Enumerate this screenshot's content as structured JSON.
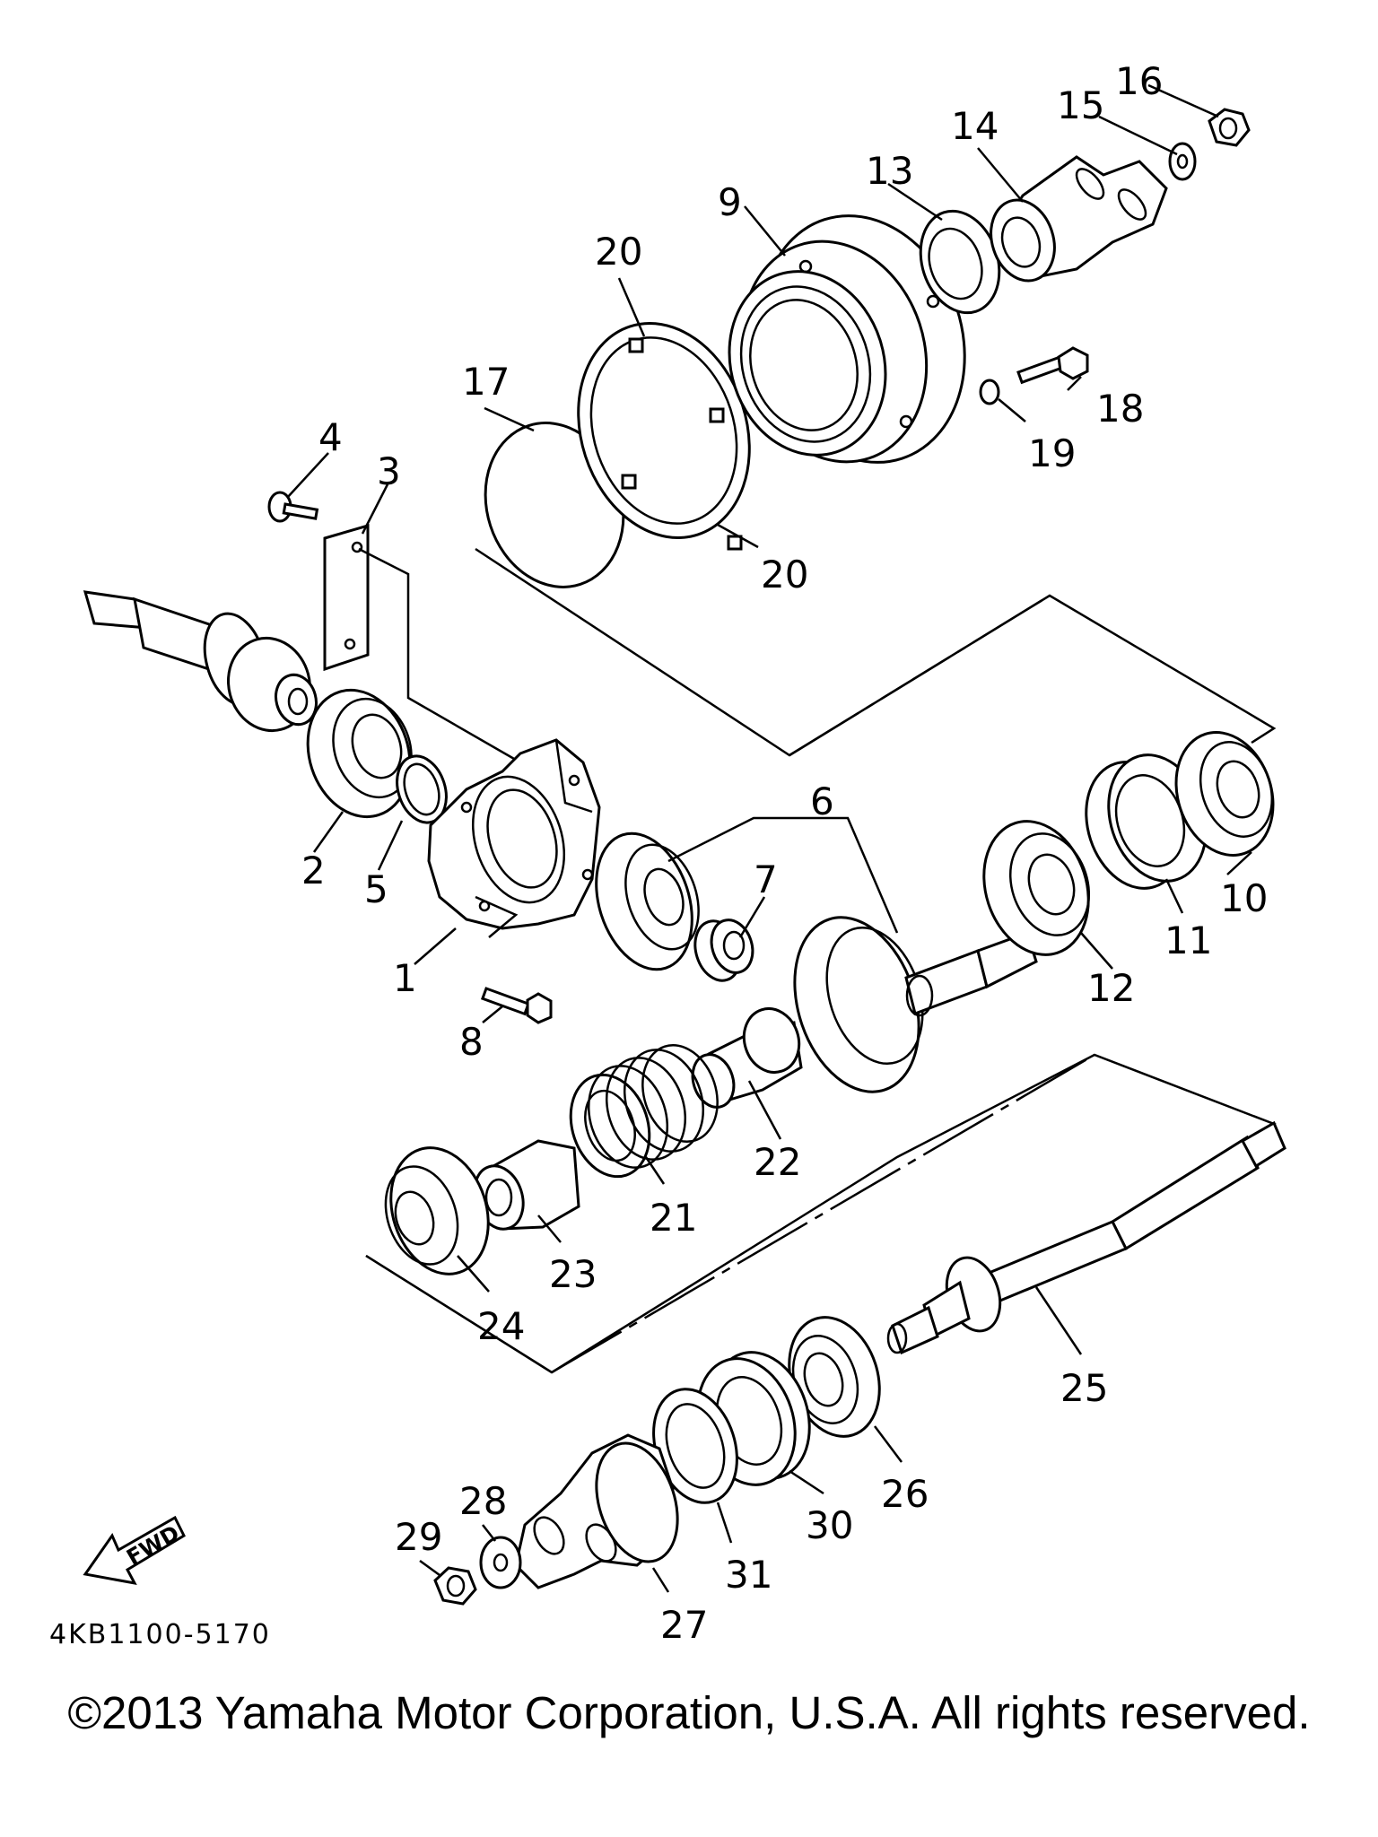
{
  "diagram": {
    "part_code": "4KB1100-5170",
    "direction_label": "FWD",
    "copyright": "©2013 Yamaha Motor Corporation, U.S.A. All rights reserved.",
    "callouts": [
      {
        "id": "1",
        "text": "1"
      },
      {
        "id": "2",
        "text": "2"
      },
      {
        "id": "3",
        "text": "3"
      },
      {
        "id": "4",
        "text": "4"
      },
      {
        "id": "5",
        "text": "5"
      },
      {
        "id": "6",
        "text": "6"
      },
      {
        "id": "7",
        "text": "7"
      },
      {
        "id": "8",
        "text": "8"
      },
      {
        "id": "9",
        "text": "9"
      },
      {
        "id": "10",
        "text": "10"
      },
      {
        "id": "11",
        "text": "11"
      },
      {
        "id": "12",
        "text": "12"
      },
      {
        "id": "13",
        "text": "13"
      },
      {
        "id": "14",
        "text": "14"
      },
      {
        "id": "15",
        "text": "15"
      },
      {
        "id": "16",
        "text": "16"
      },
      {
        "id": "17",
        "text": "17"
      },
      {
        "id": "18",
        "text": "18"
      },
      {
        "id": "19",
        "text": "19"
      },
      {
        "id": "20a",
        "text": "20"
      },
      {
        "id": "20b",
        "text": "20"
      },
      {
        "id": "21",
        "text": "21"
      },
      {
        "id": "22",
        "text": "22"
      },
      {
        "id": "23",
        "text": "23"
      },
      {
        "id": "24",
        "text": "24"
      },
      {
        "id": "25",
        "text": "25"
      },
      {
        "id": "26",
        "text": "26"
      },
      {
        "id": "27",
        "text": "27"
      },
      {
        "id": "28",
        "text": "28"
      },
      {
        "id": "29",
        "text": "29"
      },
      {
        "id": "30",
        "text": "30"
      },
      {
        "id": "31",
        "text": "31"
      }
    ]
  }
}
